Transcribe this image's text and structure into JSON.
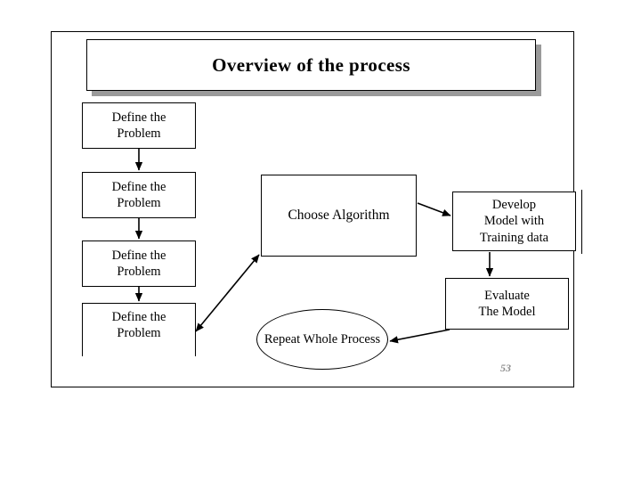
{
  "slide": {
    "title": "Overview of the process",
    "page_number": "53",
    "background_color": "#ffffff",
    "line_color": "#000000",
    "title_shadow_color": "#9a9a9a"
  },
  "diagram": {
    "type": "flowchart",
    "nodes": [
      {
        "id": "define-1",
        "label_lines": [
          "Define the",
          "Problem"
        ],
        "shape": "rect"
      },
      {
        "id": "define-2",
        "label_lines": [
          "Define the",
          "Problem"
        ],
        "shape": "rect"
      },
      {
        "id": "define-3",
        "label_lines": [
          "Define the",
          "Problem"
        ],
        "shape": "rect"
      },
      {
        "id": "define-4",
        "label_lines": [
          "Define the",
          "Problem"
        ],
        "shape": "rect"
      },
      {
        "id": "choose",
        "label_lines": [
          "Choose Algorithm"
        ],
        "shape": "rect"
      },
      {
        "id": "develop",
        "label_lines": [
          "Develop",
          "Model with",
          "Training data"
        ],
        "shape": "rect"
      },
      {
        "id": "evaluate",
        "label_lines": [
          "Evaluate",
          "The Model"
        ],
        "shape": "rect"
      },
      {
        "id": "repeat",
        "label_lines": [
          "Repeat",
          "Whole Process"
        ],
        "shape": "ellipse"
      }
    ],
    "edges": [
      {
        "from": "define-1",
        "to": "define-2",
        "style": "arrow-down"
      },
      {
        "from": "define-2",
        "to": "define-3",
        "style": "arrow-down"
      },
      {
        "from": "define-3",
        "to": "define-4",
        "style": "arrow-down"
      },
      {
        "from": "define-4",
        "to": "choose",
        "style": "diagonal-double-arrow"
      },
      {
        "from": "choose",
        "to": "develop",
        "style": "arrow-right"
      },
      {
        "from": "develop",
        "to": "evaluate",
        "style": "arrow-down"
      },
      {
        "from": "evaluate",
        "to": "repeat",
        "style": "arrow-left"
      }
    ]
  }
}
